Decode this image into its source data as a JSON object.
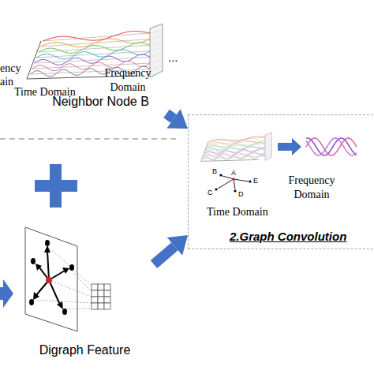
{
  "diagram": {
    "nodes": [
      {
        "text": [
          "Neighbor Node B"
        ]
      },
      {
        "text": [
          "Digraph Feature"
        ]
      },
      {
        "text": [
          "2.Graph Convolution"
        ]
      }
    ],
    "edges": [
      {
        "from": 0,
        "to": 2,
        "arrow": "to"
      },
      {
        "from": 1,
        "to": 2,
        "arrow": "to"
      }
    ],
    "labels": [
      "ency",
      "ain",
      "Time Domain",
      "Frequency Domain",
      "...",
      "B",
      "A",
      "E",
      "C",
      "D",
      "Frequency Domain",
      "Time Domain"
    ]
  }
}
